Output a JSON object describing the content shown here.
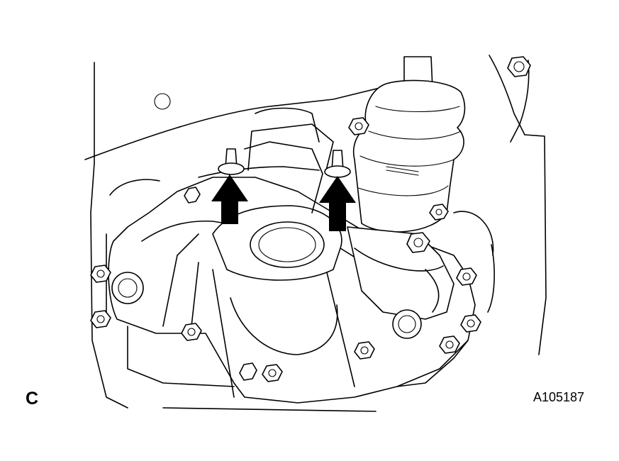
{
  "labels": {
    "view_letter": "C",
    "figure_id": "A105187"
  },
  "colors": {
    "line": "#000000",
    "background": "#ffffff"
  },
  "callouts": {
    "arrow_count": 2,
    "direction": "up"
  }
}
